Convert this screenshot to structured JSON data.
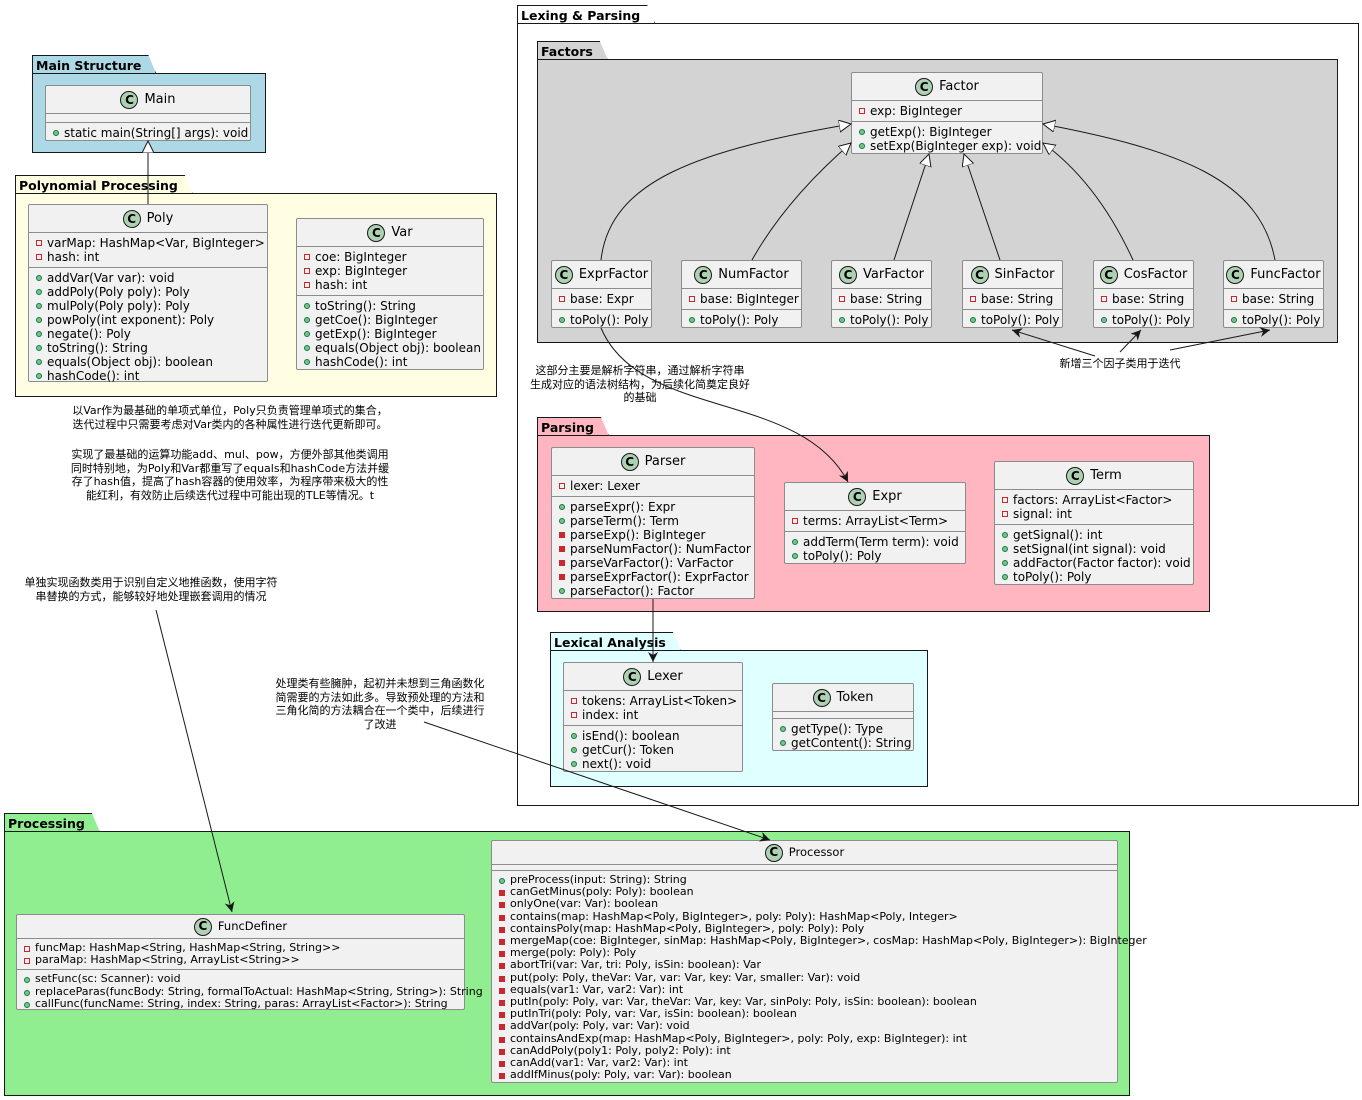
{
  "packages": {
    "main": "Main Structure",
    "poly": "Polynomial Processing",
    "lexing": "Lexing & Parsing",
    "factors": "Factors",
    "parsing": "Parsing",
    "lexical": "Lexical Analysis",
    "processing": "Processing"
  },
  "colors": {
    "main_bg": "#add8e6",
    "poly_bg": "#fffde2",
    "factors_bg": "#d3d3d3",
    "parsing_bg": "#ffb6c1",
    "lexical_bg": "#e0ffff",
    "processing_bg": "#90ee90",
    "class_bg": "#f1f1f1",
    "class_icon": "#add1b2"
  },
  "class_icon_letter": "C",
  "classes": {
    "main": {
      "name": "Main",
      "methods": [
        "static main(String[] args): void"
      ]
    },
    "poly": {
      "name": "Poly",
      "fields": [
        "varMap: HashMap<Var, BigInteger>",
        "hash: int"
      ],
      "methods": [
        "addVar(Var var): void",
        "addPoly(Poly poly): Poly",
        "mulPoly(Poly poly): Poly",
        "powPoly(int exponent): Poly",
        "negate(): Poly",
        "toString(): String",
        "equals(Object obj): boolean",
        "hashCode(): int"
      ]
    },
    "var": {
      "name": "Var",
      "fields": [
        "coe: BigInteger",
        "exp: BigInteger",
        "hash: int"
      ],
      "methods": [
        "toString(): String",
        "getCoe(): BigInteger",
        "getExp(): BigInteger",
        "equals(Object obj): boolean",
        "hashCode(): int"
      ]
    },
    "factor": {
      "name": "Factor",
      "fields": [
        "exp: BigInteger"
      ],
      "methods": [
        "getExp(): BigInteger",
        "setExp(BigInteger exp): void"
      ]
    },
    "exprFactor": {
      "name": "ExprFactor",
      "field": "base: Expr",
      "method": "toPoly(): Poly"
    },
    "numFactor": {
      "name": "NumFactor",
      "field": "base: BigInteger",
      "method": "toPoly(): Poly"
    },
    "varFactor": {
      "name": "VarFactor",
      "field": "base: String",
      "method": "toPoly(): Poly"
    },
    "sinFactor": {
      "name": "SinFactor",
      "field": "base: String",
      "method": "toPoly(): Poly"
    },
    "cosFactor": {
      "name": "CosFactor",
      "field": "base: String",
      "method": "toPoly(): Poly"
    },
    "funcFactor": {
      "name": "FuncFactor",
      "field": "base: String",
      "method": "toPoly(): Poly"
    },
    "parser": {
      "name": "Parser",
      "fields": [
        "lexer: Lexer"
      ],
      "methods": [
        "parseExpr(): Expr",
        "parseTerm(): Term",
        "parseExp(): BigInteger",
        "parseNumFactor(): NumFactor",
        "parseVarFactor(): VarFactor",
        "parseExprFactor(): ExprFactor",
        "parseFactor(): Factor"
      ]
    },
    "expr": {
      "name": "Expr",
      "fields": [
        "terms: ArrayList<Term>"
      ],
      "methods": [
        "addTerm(Term term): void",
        "toPoly(): Poly"
      ]
    },
    "term": {
      "name": "Term",
      "fields": [
        "factors: ArrayList<Factor>",
        "signal: int"
      ],
      "methods": [
        "getSignal(): int",
        "setSignal(int signal): void",
        "addFactor(Factor factor): void",
        "toPoly(): Poly"
      ]
    },
    "lexer": {
      "name": "Lexer",
      "fields": [
        "tokens: ArrayList<Token>",
        "index: int"
      ],
      "methods": [
        "isEnd(): boolean",
        "getCur(): Token",
        "next(): void"
      ]
    },
    "token": {
      "name": "Token",
      "methods": [
        "getType(): Type",
        "getContent(): String"
      ]
    },
    "funcDefiner": {
      "name": "FuncDefiner",
      "fields": [
        "funcMap: HashMap<String, HashMap<String, String>>",
        "paraMap: HashMap<String, ArrayList<String>>"
      ],
      "methods": [
        "setFunc(sc: Scanner): void",
        "replaceParas(funcBody: String, formalToActual: HashMap<String, String>): String",
        "callFunc(funcName: String, index: String, paras: ArrayList<Factor>): String"
      ]
    },
    "processor": {
      "name": "Processor",
      "methods": [
        "preProcess(input: String): String",
        "canGetMinus(poly: Poly): boolean",
        "onlyOne(var: Var): boolean",
        "contains(map: HashMap<Poly, BigInteger>, poly: Poly): HashMap<Poly, Integer>",
        "containsPoly(map: HashMap<Poly, BigInteger>, poly: Poly): Poly",
        "mergeMap(coe: BigInteger, sinMap: HashMap<Poly, BigInteger>, cosMap: HashMap<Poly, BigInteger>): BigInteger",
        "merge(poly: Poly): Poly",
        "abortTri(var: Var, tri: Poly, isSin: boolean): Var",
        "put(poly: Poly, theVar: Var, var: Var, key: Var, smaller: Var): void",
        "equals(var1: Var, var2: Var): int",
        "putIn(poly: Poly, var: Var, theVar: Var, key: Var, sinPoly: Poly, isSin: boolean): boolean",
        "putInTri(poly: Poly, var: Var, isSin: boolean): boolean",
        "addVar(poly: Poly, var: Var): void",
        "containsAndExp(map: HashMap<Poly, BigInteger>, poly: Poly, exp: BigInteger): int",
        "canAddPoly(poly1: Poly, poly2: Poly): int",
        "canAdd(var1: Var, var2: Var): int",
        "addIfMinus(poly: Poly, var: Var): boolean"
      ],
      "method_visibility": [
        "pub",
        "priv",
        "priv",
        "priv",
        "priv",
        "priv",
        "priv",
        "priv",
        "priv",
        "priv",
        "priv",
        "priv",
        "priv",
        "priv",
        "priv",
        "priv",
        "priv"
      ]
    }
  },
  "notes": {
    "poly_note_1": "以Var作为最基础的单项式单位，Poly只负责管理单项式的集合，\n迭代过程中只需要考虑对Var类内的各种属性进行迭代更新即可。",
    "poly_note_2": "实现了最基础的运算功能add、mul、pow，方便外部其他类调用\n同时特别地，为Poly和Var都重写了equals和hashCode方法并缓\n存了hash值，提高了hash容器的使用效率，为程序带来极大的性\n能红利，有效防止后续迭代过程中可能出现的TLE等情况。t",
    "parse_note": "这部分主要是解析字符串，通过解析字符串\n生成对应的语法树结构，为后续化简奠定良好\n的基础",
    "factor_note": "新增三个因子类用于迭代",
    "func_note": "单独实现函数类用于识别自定义地推函数，使用字符\n串替换的方式，能够较好地处理嵌套调用的情况",
    "processor_note": "处理类有些臃肿，起初并未想到三角函数化\n简需要的方法如此多。导致预处理的方法和\n三角化简的方法耦合在一个类中，后续进行\n了改进"
  }
}
